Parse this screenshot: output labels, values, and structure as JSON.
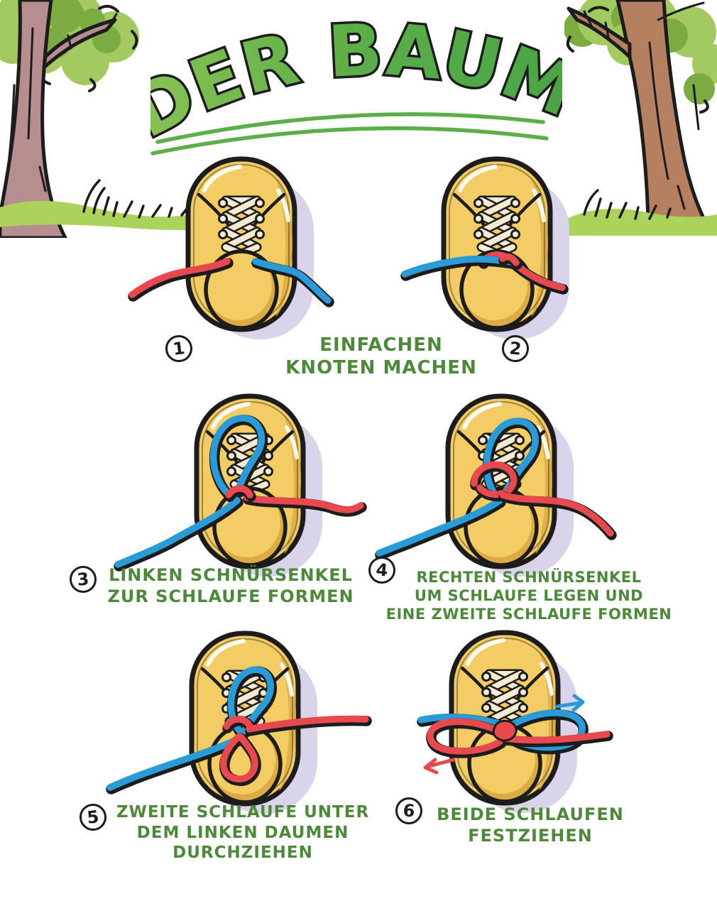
{
  "title": "DER BAUM",
  "steps": [
    {
      "number": "1"
    },
    {
      "number": "2"
    },
    {
      "number": "3"
    },
    {
      "number": "4"
    },
    {
      "number": "5"
    },
    {
      "number": "6"
    }
  ],
  "captions": {
    "steps_1_2": [
      "EINFACHEN",
      "KNOTEN MACHEN"
    ],
    "step_3": [
      "LINKEN SCHNÜRSENKEL",
      "ZUR SCHLAUFE FORMEN"
    ],
    "step_4": [
      "RECHTEN SCHNÜRSENKEL",
      "UM SCHLAUFE LEGEN UND",
      "EINE ZWEITE SCHLAUFE FORMEN"
    ],
    "step_5": [
      "ZWEITE SCHLAUFE UNTER",
      "DEM LINKEN DAUMEN",
      "DURCHZIEHEN"
    ],
    "step_6": [
      "BEIDE SCHLAUFEN",
      "FESTZIEHEN"
    ]
  },
  "icons": {
    "left_tree": "tree-icon",
    "right_tree": "tree-icon",
    "shoe": "sneaker-top-view-icon",
    "blue_arrow": "arrow-right-icon",
    "red_arrow": "arrow-left-icon"
  },
  "colors": {
    "ink": "#1c1c1c",
    "title_green": "#5cae48",
    "title_green_light": "#8cc455",
    "title_green_dark": "#49a345",
    "caption_green": "#4c8a3a",
    "shoe_yellow": "#f3cc63",
    "shoe_shade": "#dcab43",
    "lace_cream": "#f4ebd2",
    "lace_red": "#e8494f",
    "lace_blue": "#2b9bd7",
    "shadow_lavender": "#d9d4e9",
    "trunk_left": "#b68e90",
    "trunk_right": "#b4805f",
    "foliage_light": "#a3ca60",
    "foliage_dark": "#7cab41",
    "grass": "#abd35c"
  }
}
